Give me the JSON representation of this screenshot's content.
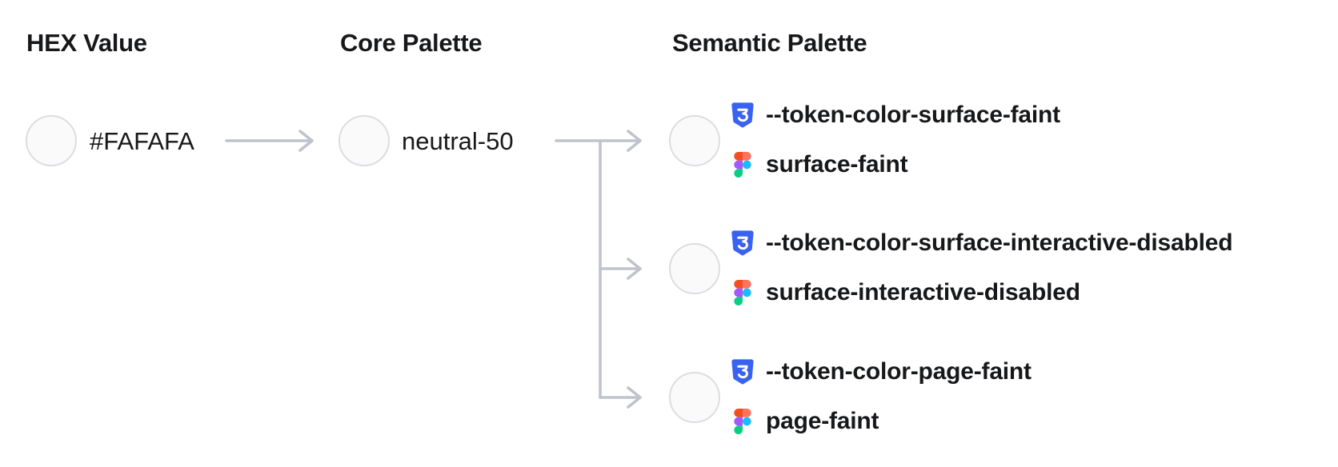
{
  "headers": {
    "hex": "HEX Value",
    "core": "Core Palette",
    "semantic": "Semantic Palette"
  },
  "hex_value": {
    "label": "#FAFAFA"
  },
  "core_palette": {
    "label": "neutral-50"
  },
  "semantic_palette": {
    "tokens": [
      {
        "css_var": "--token-color-surface-faint",
        "figma_style": "surface-faint"
      },
      {
        "css_var": "--token-color-surface-interactive-disabled",
        "figma_style": "surface-interactive-disabled"
      },
      {
        "css_var": "--token-color-page-faint",
        "figma_style": "page-faint"
      }
    ]
  },
  "swatch": {
    "fill": "#FAFAFA",
    "border": "#DBDDE1"
  },
  "icons": {
    "css": "css3-shield-icon",
    "figma": "figma-logo-icon",
    "arrow": "right-arrow"
  },
  "colors": {
    "arrow_gray": "#C0C3CC",
    "text": "#17181A",
    "css_icon_blue": "#3A62F0",
    "figma_orange": "#F24E1E",
    "figma_salmon": "#FF7262",
    "figma_purple": "#A259FF",
    "figma_blue": "#1ABCFE",
    "figma_green": "#0ACF83"
  }
}
